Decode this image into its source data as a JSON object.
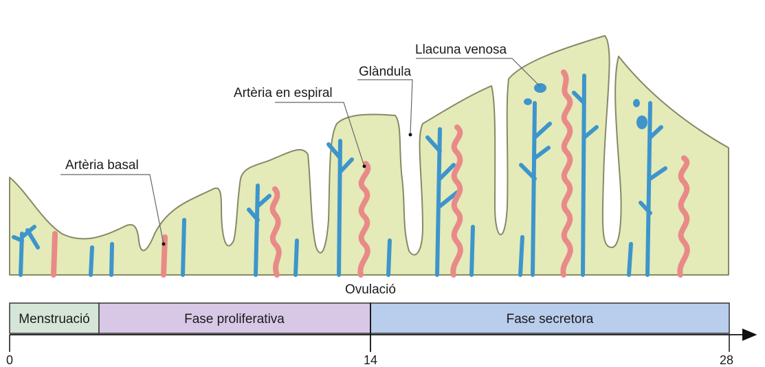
{
  "labels": {
    "arteria_basal": "Artèria basal",
    "arteria_espiral": "Artèria en espiral",
    "glandula": "Glàndula",
    "llacuna_venosa": "Llacuna venosa",
    "ovulacio": "Ovulació"
  },
  "phases": [
    {
      "label": "Menstruació",
      "color": "#d5e6d8"
    },
    {
      "label": "Fase proliferativa",
      "color": "#d8c8e6"
    },
    {
      "label": "Fase secretora",
      "color": "#b9cdec"
    }
  ],
  "ticks": [
    "0",
    "14",
    "28"
  ],
  "colors": {
    "tissue": "#e4eab8",
    "tissue_edge": "#888866",
    "artery": "#e98a88",
    "vein": "#3d95cc"
  }
}
